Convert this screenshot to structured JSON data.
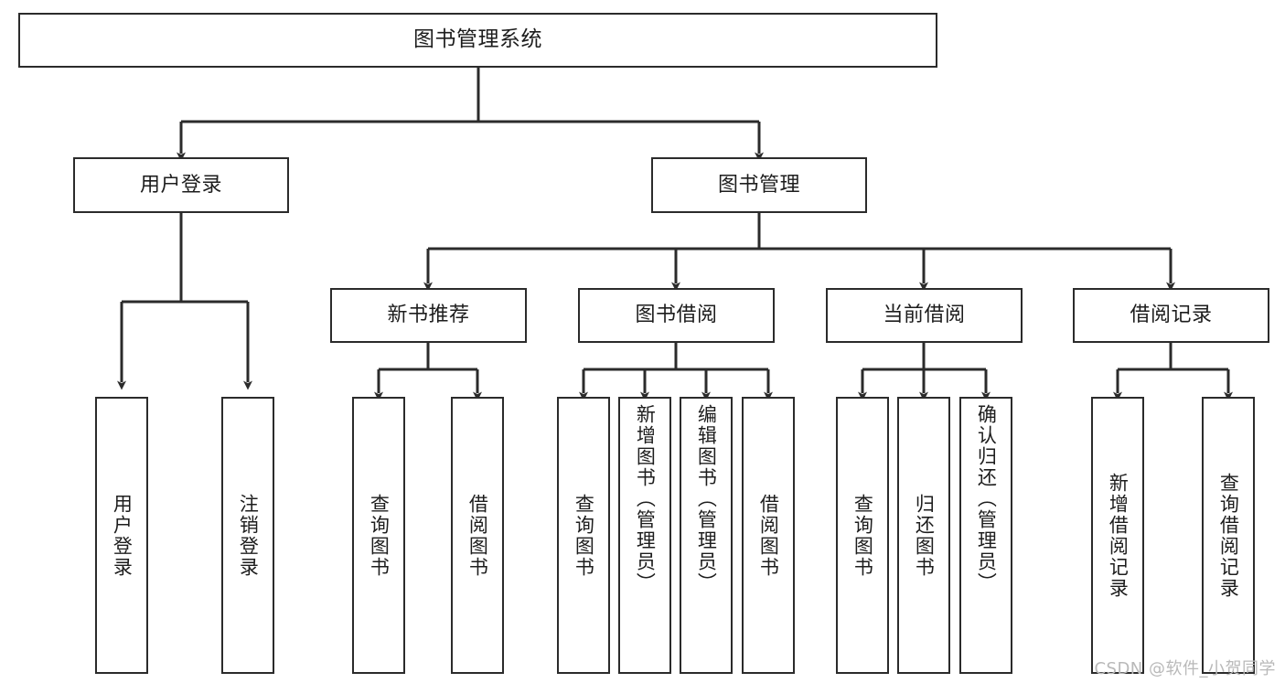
{
  "diagram": {
    "type": "tree",
    "title": "图书管理系统",
    "watermark": "CSDN @软件_小贺同学",
    "colors": {
      "stroke": "#2b2b2b",
      "box_fill": "#ffffff",
      "text": "#1d1d1d",
      "background": "#ffffff",
      "watermark": "#b9b9b9"
    },
    "nodes": {
      "root": {
        "label": "图书管理系统"
      },
      "level2": [
        {
          "id": "user-login",
          "label": "用户登录"
        },
        {
          "id": "book-manage",
          "label": "图书管理"
        }
      ],
      "level3": [
        {
          "id": "new-book-recommend",
          "label": "新书推荐"
        },
        {
          "id": "book-borrow",
          "label": "图书借阅"
        },
        {
          "id": "current-borrow",
          "label": "当前借阅"
        },
        {
          "id": "borrow-record",
          "label": "借阅记录"
        }
      ],
      "leaves": {
        "user-login": [
          {
            "id": "leaf-user-login",
            "label": "用户登录"
          },
          {
            "id": "leaf-logout",
            "label": "注销登录"
          }
        ],
        "new-book-recommend": [
          {
            "id": "leaf-query-book-1",
            "label": "查询图书"
          },
          {
            "id": "leaf-borrow-book-1",
            "label": "借阅图书"
          }
        ],
        "book-borrow": [
          {
            "id": "leaf-query-book-2",
            "label": "查询图书"
          },
          {
            "id": "leaf-add-book",
            "label": "新增图书（管理员）"
          },
          {
            "id": "leaf-edit-book",
            "label": "编辑图书（管理员）"
          },
          {
            "id": "leaf-borrow-book-2",
            "label": "借阅图书"
          }
        ],
        "current-borrow": [
          {
            "id": "leaf-query-book-3",
            "label": "查询图书"
          },
          {
            "id": "leaf-return-book",
            "label": "归还图书"
          },
          {
            "id": "leaf-confirm-return",
            "label": "确认归还（管理员）"
          }
        ],
        "borrow-record": [
          {
            "id": "leaf-add-record",
            "label": "新增借阅记录"
          },
          {
            "id": "leaf-query-record",
            "label": "查询借阅记录"
          }
        ]
      }
    }
  }
}
